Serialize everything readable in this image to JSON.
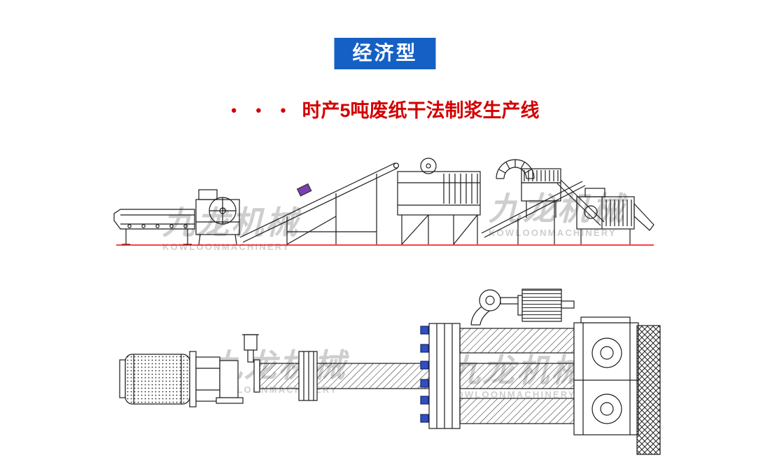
{
  "badge": {
    "label": "经济型"
  },
  "heading": {
    "bullets": "● ● ●",
    "title": "时产5吨废纸干法制浆生产线"
  },
  "watermark": {
    "cn": "九龙机械",
    "en": "KOWLOONMACHINERY"
  },
  "colors": {
    "badge_bg": "#1560c4",
    "heading": "#d30000",
    "baseline": "#ff0000",
    "flange_blue": "#2f4fc1",
    "watermark": "#c2c2c2"
  }
}
